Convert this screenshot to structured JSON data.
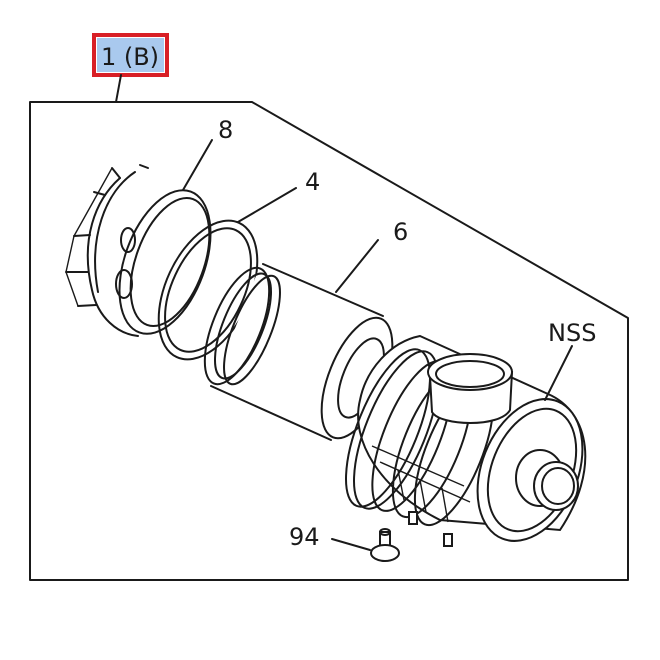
{
  "diagram": {
    "reference_label": "1 (B)",
    "highlight_color": "#a9c9ee",
    "box_color": "#d81f26",
    "callouts": {
      "cap": "8",
      "seal": "4",
      "element": "6",
      "housing": "NSS",
      "bolt": "94"
    }
  }
}
